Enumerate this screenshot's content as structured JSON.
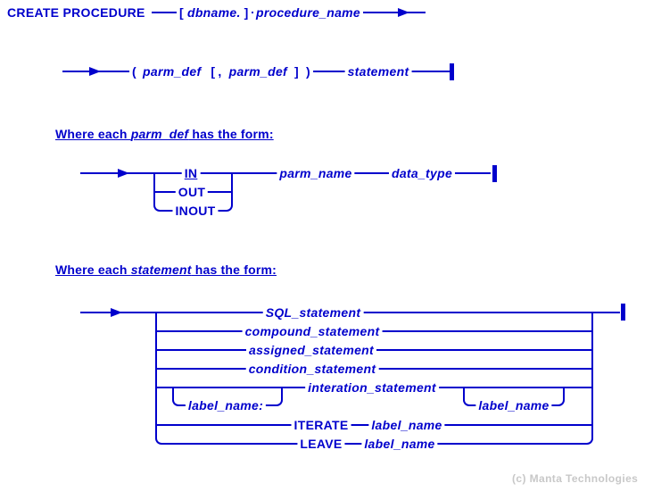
{
  "colors": {
    "diagram_blue": "#0000CC",
    "copyright_gray": "#C8C8C8"
  },
  "line1": {
    "keyword": "CREATE PROCEDURE",
    "bracket_open": "[",
    "dbname": "dbname.",
    "bracket_close": "]",
    "procedure_name": "procedure_name"
  },
  "line2": {
    "paren_open": "(",
    "parm_def1": "parm_def",
    "bracket_open": "[",
    "comma": ",",
    "parm_def2": "parm_def",
    "bracket_close": "]",
    "paren_close": ")",
    "statement": "statement"
  },
  "heading_parm": {
    "prefix": "Where each ",
    "term": "parm_def",
    "suffix": " has the form:"
  },
  "parm_diagram": {
    "in": "IN",
    "out": "OUT",
    "inout": "INOUT",
    "parm_name": "parm_name",
    "data_type": "data_type"
  },
  "heading_statement": {
    "prefix": "Where each ",
    "term": "statement",
    "suffix": " has the form:"
  },
  "statement_diagram": {
    "rows": [
      "SQL_statement",
      "compound_statement",
      "assigned_statement",
      "condition_statement",
      "interation_statement"
    ],
    "label_before": "label_name:",
    "label_after": "label_name",
    "iterate_kw": "ITERATE",
    "iterate_label": "label_name",
    "leave_kw": "LEAVE",
    "leave_label": "label_name"
  },
  "footer": {
    "copyright": "(c) Manta Technologies"
  }
}
